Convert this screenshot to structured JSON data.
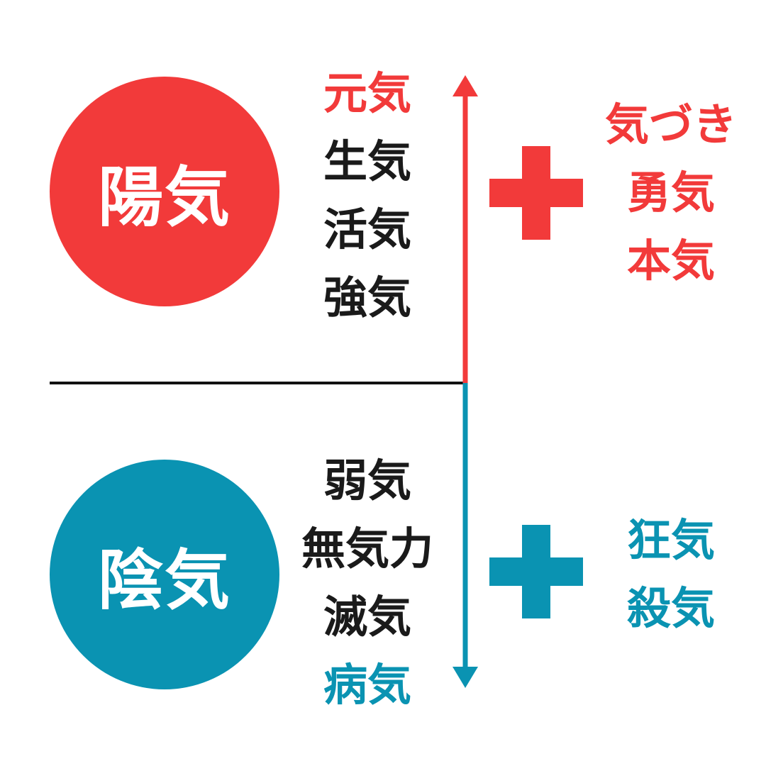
{
  "colors": {
    "yang": "#f23a3a",
    "yin": "#0a93b2",
    "neutral": "#1a1a1a",
    "divider": "#111111"
  },
  "yang": {
    "label": "陽気",
    "words": [
      {
        "text": "元気",
        "tone": "yang"
      },
      {
        "text": "生気",
        "tone": "neutral"
      },
      {
        "text": "活気",
        "tone": "neutral"
      },
      {
        "text": "強気",
        "tone": "neutral"
      }
    ],
    "plus_words": [
      "気づき",
      "勇気",
      "本気"
    ]
  },
  "yin": {
    "label": "陰気",
    "words": [
      {
        "text": "弱気",
        "tone": "neutral"
      },
      {
        "text": "無気力",
        "tone": "neutral"
      },
      {
        "text": "滅気",
        "tone": "neutral"
      },
      {
        "text": "病気",
        "tone": "yin"
      }
    ],
    "plus_words": [
      "狂気",
      "殺気"
    ]
  },
  "icons": {
    "axis_top": "arrow-up-icon",
    "axis_bottom": "arrow-down-icon",
    "plus": "plus-icon"
  }
}
